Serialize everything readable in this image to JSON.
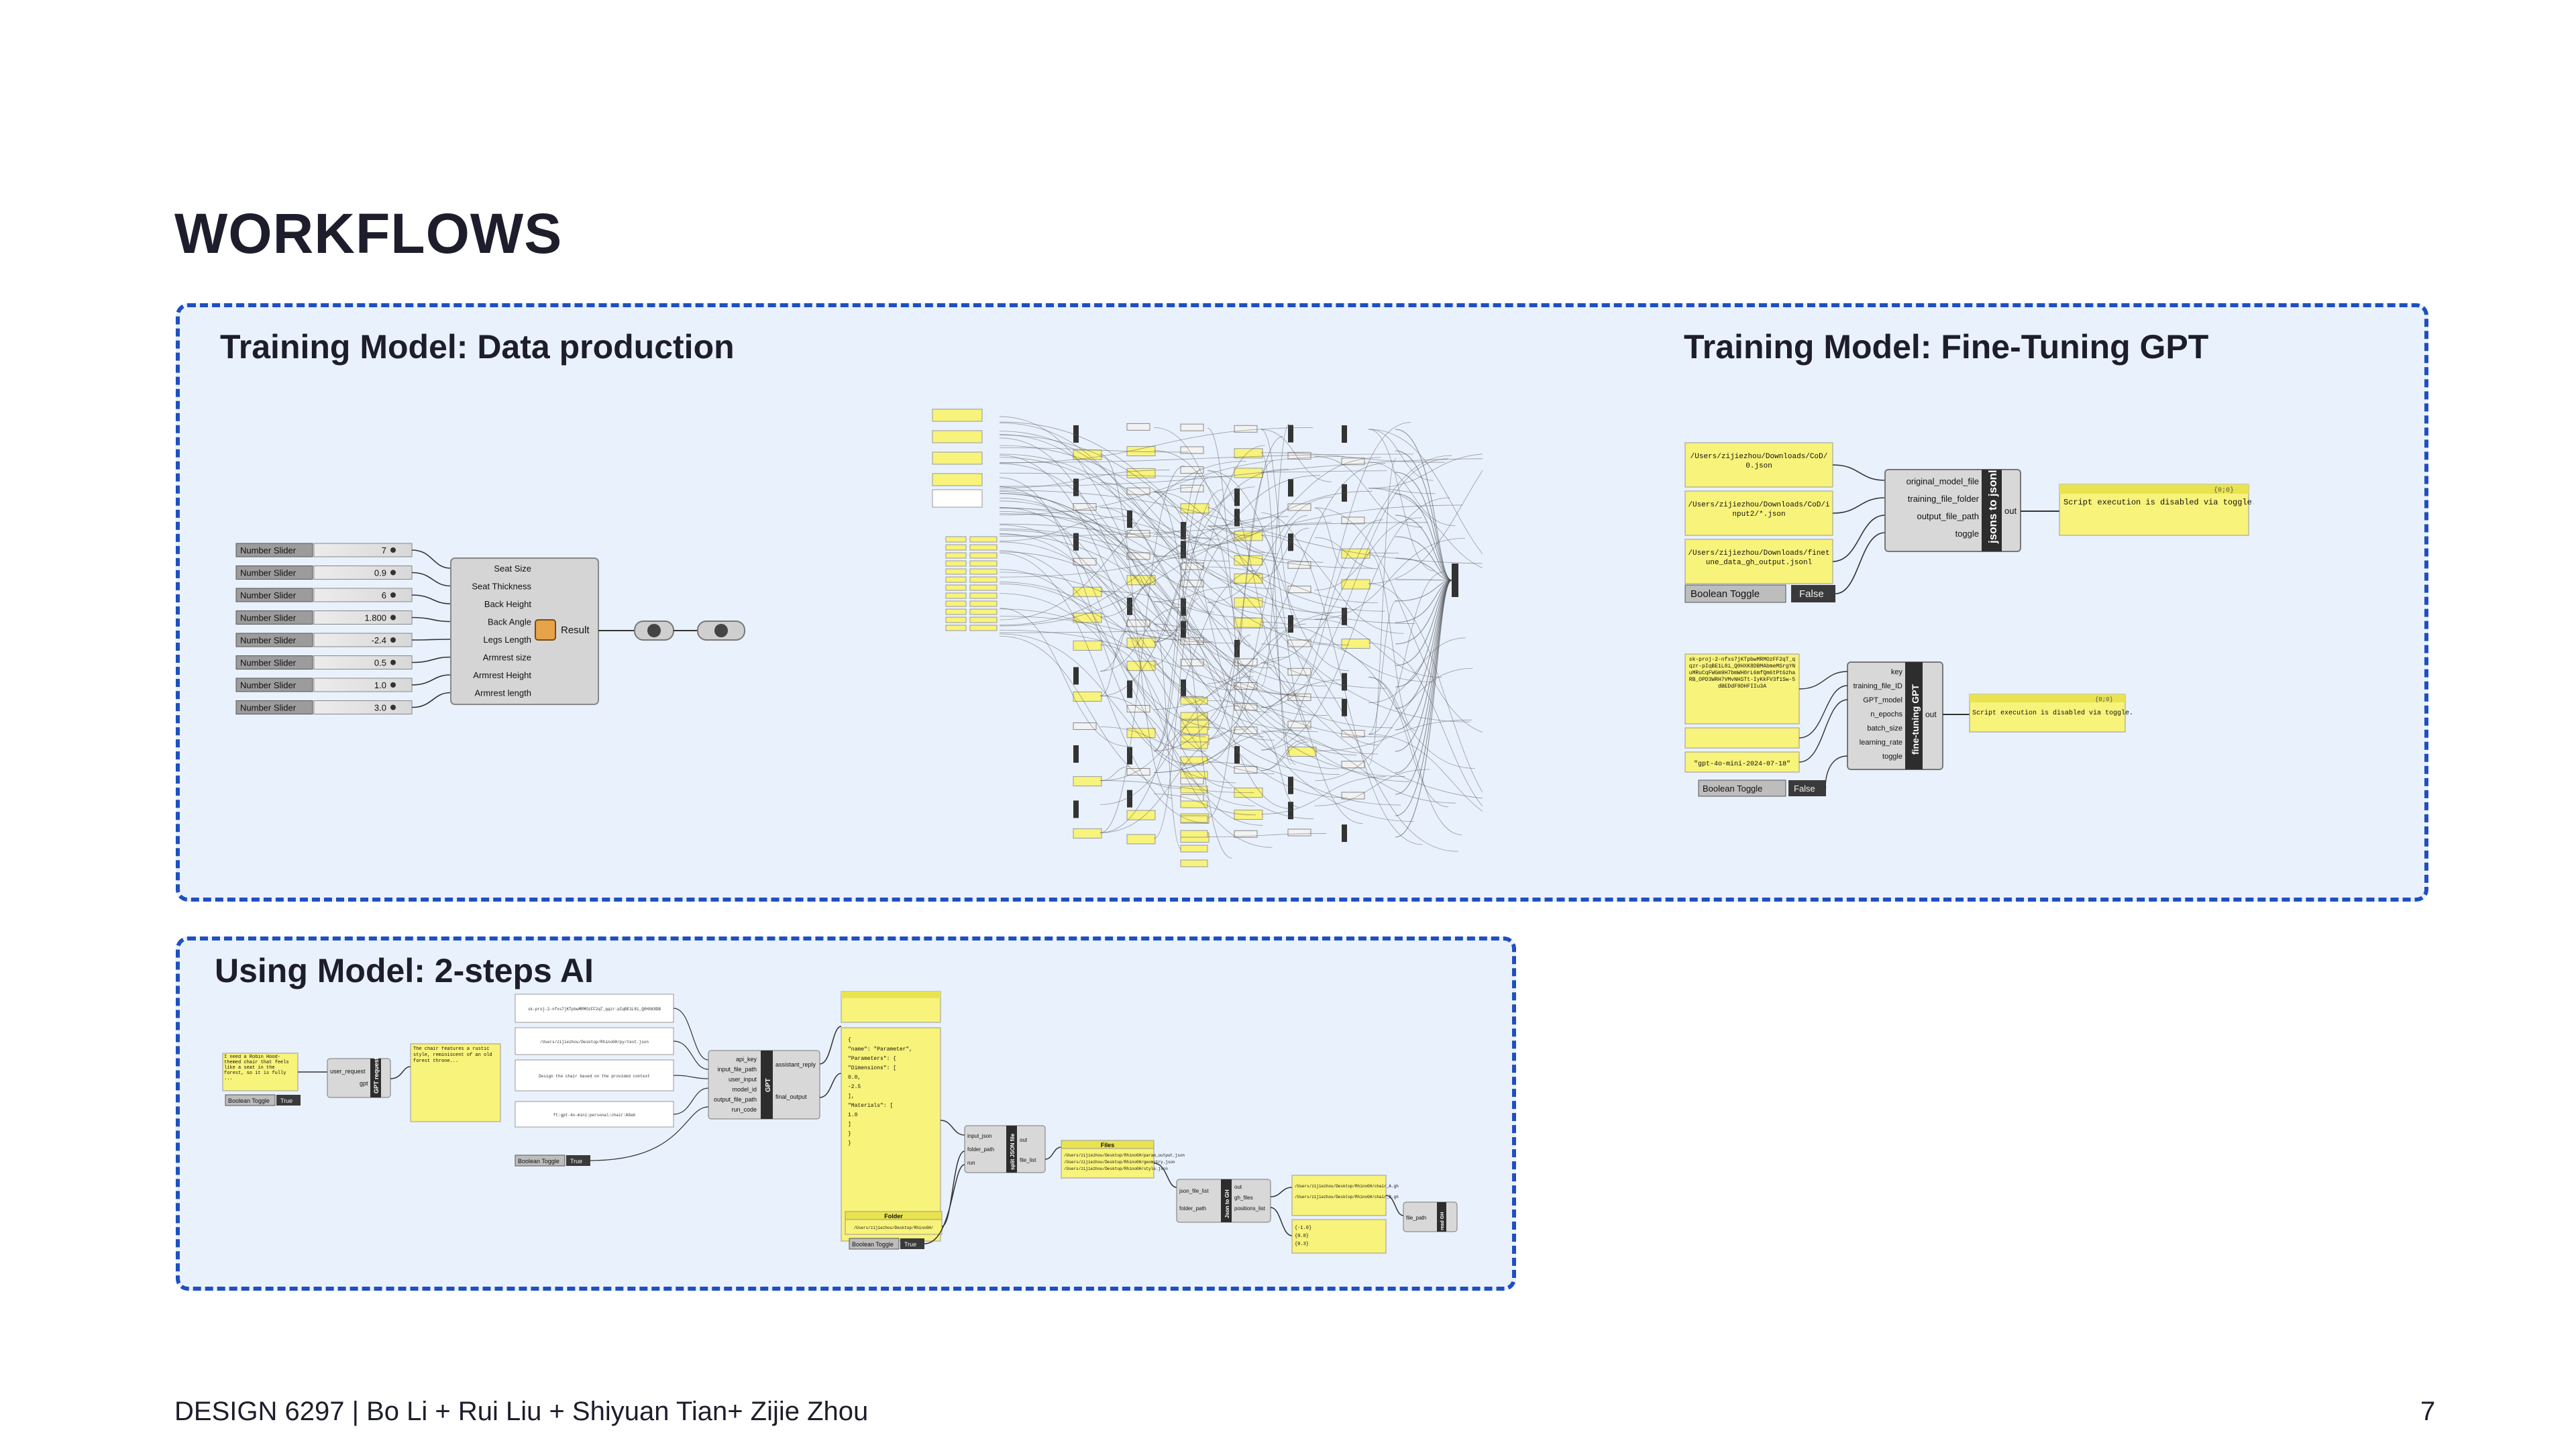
{
  "heading": "WORKFLOWS",
  "panels": {
    "data_production": {
      "title": "Training Model: Data production"
    },
    "fine_tuning": {
      "title": "Training Model: Fine-Tuning GPT"
    },
    "two_steps": {
      "title": "Using Model: 2-steps AI"
    }
  },
  "sliders": [
    {
      "label": "Number Slider",
      "value": "7"
    },
    {
      "label": "Number Slider",
      "value": "0.9"
    },
    {
      "label": "Number Slider",
      "value": "6"
    },
    {
      "label": "Number Slider",
      "value": "1.800"
    },
    {
      "label": "Number Slider",
      "value": "-2.4"
    },
    {
      "label": "Number Slider",
      "value": "0.5"
    },
    {
      "label": "Number Slider",
      "value": "1.0"
    },
    {
      "label": "Number Slider",
      "value": "3.0"
    }
  ],
  "chair_params": [
    "Seat Size",
    "Seat Thickness",
    "Back Height",
    "Back Angle",
    "Legs Length",
    "Armrest size",
    "Armrest Height",
    "Armrest length"
  ],
  "chair_output": "Result",
  "jsons_to_jsonl": {
    "name": "jsons to jsonl",
    "inputs": [
      "original_model_file",
      "training_file_folder",
      "output_file_path",
      "toggle"
    ],
    "output": "out",
    "panels": [
      "/Users/zijiezhou/Downloads/CoD/0.json",
      "/Users/zijiezhou/Downloads/CoD/input2/*.json",
      "/Users/zijiezhou/Downloads/finetune_data_gh_output.jsonl"
    ],
    "result_header": "{0;0}",
    "result": "Script execution is disabled via toggle."
  },
  "fine_tuning_gpt": {
    "name": "fine-tuning GPT",
    "inputs": [
      "key",
      "training_file_ID",
      "GPT_model",
      "n_epochs",
      "batch_size",
      "learning_rate",
      "toggle"
    ],
    "output": "out",
    "key_text": "sk-proj-2-nfxs7jKTpbwMRMOzFF2qT_qqzr-pIqBE1L8i_Q0HXK8DBMAbmeMSrgYNuMRuCqFWGm9H7bmWH0rL6mfQm6tPtGzhaRB_OPD3WRH7VMvNHSTt-IyKkFV3f1Sw-5dBEDdF9DHFIIu3A",
    "model_text": "\"gpt-4o-mini-2024-07-18\"",
    "result_header": "{0;0}",
    "result": "Script execution is disabled via toggle."
  },
  "toggles": {
    "boolean_label": "Boolean Toggle",
    "false_value": "False",
    "true_value": "True"
  },
  "two_step": {
    "prompt": "I need a Robin Hood-themed chair that feels like a seat in the forest, so it is fully ...",
    "gpt_request": "GPT request",
    "gpt_request_input": "user_request",
    "gpt_request_output": "gpt",
    "gpt_reply": "The chair features a rustic style, reminiscent of an old forest throne...",
    "api_panels": [
      "sk-proj-2-nfxs7jKTpbwMRMOzFF2qT_qqzr-pIqBE1L8i_Q0HXK8DB",
      "/Users/zijiezhou/Desktop/RhinoGH/py/test.json",
      "Design the chair based on the provided context",
      "ft:gpt-4o-mini:personal:chair:A9ab"
    ],
    "gpt_comp": "GPT",
    "gpt_inputs": [
      "api_key",
      "input_file_path",
      "user_input",
      "model_id",
      "output_file_path",
      "run_code"
    ],
    "gpt_outputs": [
      "assistant_reply",
      "final_output"
    ],
    "json_preview": [
      "{",
      "  \"name\": \"Parameter\",",
      "  \"Parameters\": {",
      "    \"Dimensions\": [",
      "      0.0,",
      "      -2.5",
      "    ],",
      "    \"Materials\": [",
      "      1.0",
      "    ]",
      "  }",
      "}"
    ],
    "folder_label": "Folder",
    "folder_path": "/Users/zijiezhou/Desktop/RhinoGH/",
    "split_json": "split JSON file",
    "split_inputs": [
      "input_json",
      "folder_path",
      "run"
    ],
    "split_outputs": [
      "out",
      "file_list"
    ],
    "files_label": "Files",
    "files_list": [
      "/Users/zijiezhou/Desktop/RhinoGH/param_output.json",
      "/Users/zijiezhou/Desktop/RhinoGH/geometry.json",
      "/Users/zijiezhou/Desktop/RhinoGH/style.json"
    ],
    "json_to_gh": "Json to GH",
    "json_to_gh_inputs": [
      "json_file_list",
      "folder_path"
    ],
    "json_to_gh_outputs": [
      "out",
      "gh_files",
      "positions_list"
    ],
    "out_panel": [
      "/Users/zijiezhou/Desktop/RhinoGH/chair_A.gh",
      "/Users/zijiezhou/Desktop/RhinoGH/chair_B.gh"
    ],
    "out_values": [
      "{-1.0}",
      "{0.0}",
      "{0.3}"
    ],
    "read_gh": "read GH",
    "read_gh_input": "file_path"
  },
  "footer": {
    "credits": "DESIGN 6297 | Bo Li + Rui Liu + Shiyuan Tian+ Zijie Zhou",
    "page": "7"
  },
  "colors": {
    "panel_border": "#1f4fc0",
    "panel_fill": "#e9f1fc",
    "note_yellow": "#f8f37a",
    "component_gray": "#d7d7d7",
    "component_dark": "#333333"
  }
}
